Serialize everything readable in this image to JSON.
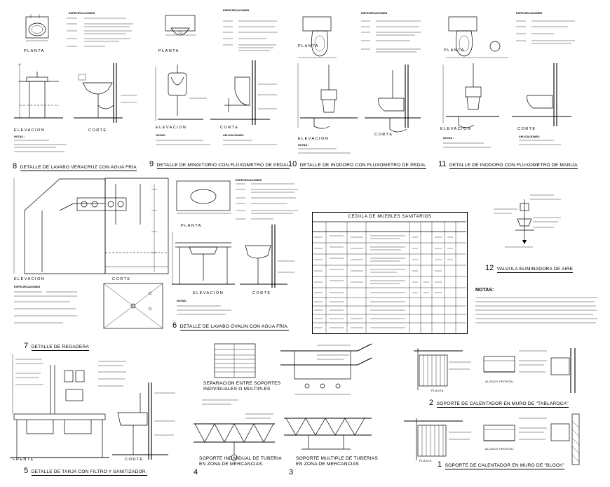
{
  "sheet": {
    "details": [
      {
        "id": "d8",
        "number": "8",
        "title": "DETALLE DE LAVABO VERACRUZ CON AGUA FRIA"
      },
      {
        "id": "d9",
        "number": "9",
        "title": "DETALLE DE MINGITORIO CON FLUXOMETRO DE PEDAL"
      },
      {
        "id": "d10",
        "number": "10",
        "title": "DETALLE DE INODORO CON FLUXOMETRO DE PEDAL"
      },
      {
        "id": "d11",
        "number": "11",
        "title": "DETALLE DE INODORO CON FLUXOMETRO DE MANIJA"
      },
      {
        "id": "d6",
        "number": "6",
        "title": "DETALLE DE LAVABO OVALIN CON AGUA FRIA."
      },
      {
        "id": "d7",
        "number": "7",
        "title": "DETALLE DE REGADERA"
      },
      {
        "id": "d12",
        "number": "12",
        "title": "VALVULA ELIMINADORA DE AIRE"
      },
      {
        "id": "d5",
        "number": "5",
        "title": "DETALLE DE TARJA CON FILTRO Y SANITIZADOR."
      },
      {
        "id": "d4",
        "number": "4",
        "title": "SOPORTE INDIVIDUAL DE TUBERIA",
        "title2": "EN ZONA DE MERCANCIAS."
      },
      {
        "id": "d3",
        "number": "3",
        "title": "SOPORTE MULTIPLE DE TUBERIAS",
        "title2": "EN ZONA DE MERCANCIAS"
      },
      {
        "id": "d2",
        "number": "2",
        "title": "SOPORTE DE CALENTADOR EN MURO DE \"TABLAROCA\""
      },
      {
        "id": "d1",
        "number": "1",
        "title": "SOPORTE DE CALENTADOR EN MURO DE \"BLOCK\""
      }
    ],
    "view_labels": {
      "planta": "PLANTA",
      "elevacion": "ELEVACION",
      "corte": "CORTE",
      "frente": "FRENTE",
      "alzado_frontal": "ALZADO FRONTAL"
    },
    "headings": {
      "especificaciones": "ESPECIFICACIONES",
      "notas_small": "NOTAS :",
      "notas": "NOTAS:",
      "aplicaciones": "APLICACIONES:"
    },
    "table": {
      "title": "CEDULA DE MUEBLES SANITARIOS"
    },
    "separacion": {
      "title": "SEPARACION ENTRE SOPORTES",
      "subtitle": "INDIVIDUALES O MULTIPLES"
    }
  }
}
